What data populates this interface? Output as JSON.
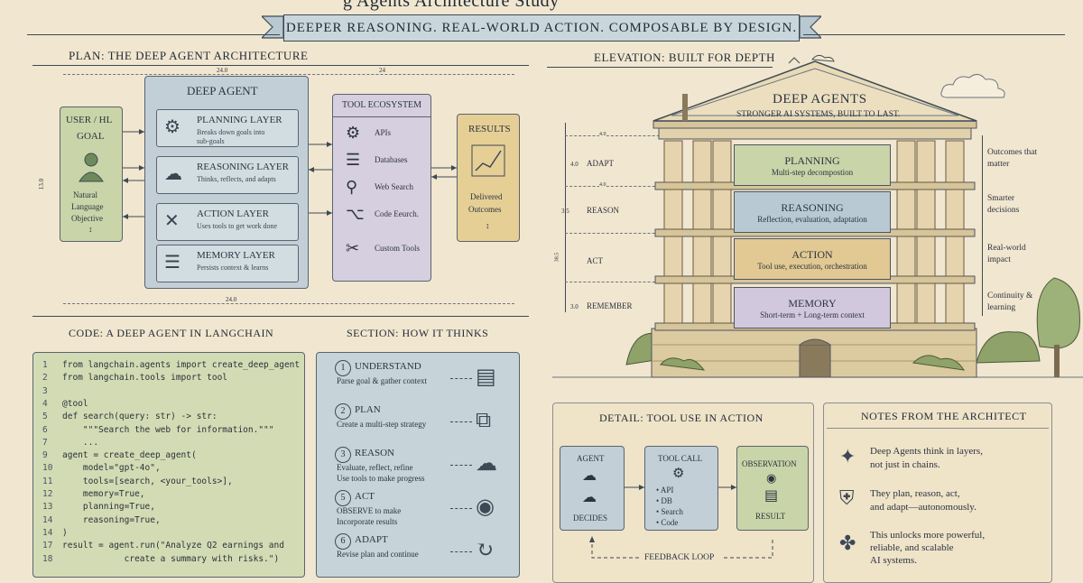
{
  "title_partial": "g Agents Architecture Study",
  "banner": "DEEPER REASONING. REAL-WORLD ACTION. COMPOSABLE BY DESIGN.",
  "plan": {
    "header": "PLAN: THE DEEP AGENT ARCHITECTURE",
    "dims": {
      "top_a": "24.0",
      "top_b": "24",
      "bottom": "24.0",
      "side": "13.0"
    },
    "user": {
      "title1": "USER / HL",
      "title2": "GOAL",
      "caption1": "Natural",
      "caption2": "Language",
      "caption3": "Objective"
    },
    "deep_agent": {
      "title": "DEEP AGENT",
      "layers": [
        {
          "name": "PLANNING LAYER",
          "desc1": "Breaks down goals into",
          "desc2": "sub-goals"
        },
        {
          "name": "REASONING LAYER",
          "desc1": "Thinks, reflects, and adapts",
          "desc2": ""
        },
        {
          "name": "ACTION LAYER",
          "desc1": "Uses tools to get work done",
          "desc2": ""
        },
        {
          "name": "MEMORY LAYER",
          "desc1": "Persists context & learns",
          "desc2": ""
        }
      ]
    },
    "tools": {
      "title": "TOOL ECOSYSTEM",
      "items": [
        "APIs",
        "Databases",
        "Web Search",
        "Code Eeurch.",
        "Custom Tools"
      ]
    },
    "results": {
      "title": "RESULTS",
      "caption1": "Delivered",
      "caption2": "Outcomes"
    }
  },
  "elevation": {
    "header": "ELEVATION: BUILT FOR DEPTH",
    "pediment_title": "DEEP AGENTS",
    "pediment_sub": "STRONGER AI SYSTEMS, BUILT TO LAST.",
    "levels": [
      {
        "dim": "4.0",
        "label": "ADAPT"
      },
      {
        "dim": "3.5",
        "label": "REASON"
      },
      {
        "dim": "",
        "label": "ACT"
      },
      {
        "dim": "3.0",
        "label": "REMEMBER"
      }
    ],
    "dim_marks": [
      "4.0",
      "4.0",
      "38.5"
    ],
    "floors": [
      {
        "title": "PLANNING",
        "sub": "Multi-step decompostion"
      },
      {
        "title": "REASONING",
        "sub": "Reflection, evaluation, adaptation"
      },
      {
        "title": "ACTION",
        "sub": "Tool use, execution, orchestration"
      },
      {
        "title": "MEMORY",
        "sub": "Short-term + Long-term context"
      }
    ],
    "notes": [
      {
        "l1": "Outcomes that",
        "l2": "matter"
      },
      {
        "l1": "Smarter",
        "l2": "decisions"
      },
      {
        "l1": "Real-world",
        "l2": "impact"
      },
      {
        "l1": "Continuity &",
        "l2": "learning"
      }
    ]
  },
  "code": {
    "header": "CODE: A DEEP AGENT IN LANGCHAIN",
    "lines": [
      {
        "n": "1",
        "t": "from langchain.agents import create_deep_agent"
      },
      {
        "n": "2",
        "t": "from langchain.tools import tool"
      },
      {
        "n": "3",
        "t": ""
      },
      {
        "n": "4",
        "t": "@tool"
      },
      {
        "n": "5",
        "t": "def search(query: str) -> str:"
      },
      {
        "n": "6",
        "t": "    \"\"\"Search the web for information.\"\"\""
      },
      {
        "n": "7",
        "t": "    ..."
      },
      {
        "n": "9",
        "t": "agent = create_deep_agent("
      },
      {
        "n": "10",
        "t": "    model=\"gpt-4o\","
      },
      {
        "n": "11",
        "t": "    tools=[search, <your_tools>],"
      },
      {
        "n": "12",
        "t": "    memory=True,"
      },
      {
        "n": "13",
        "t": "    planning=True,"
      },
      {
        "n": "14",
        "t": "    reasoning=True,"
      },
      {
        "n": "14",
        "t": ")"
      },
      {
        "n": "17",
        "t": "result = agent.run(\"Analyze Q2 earnings and"
      },
      {
        "n": "18",
        "t": "            create a summary with risks.\")"
      }
    ]
  },
  "section": {
    "header": "SECTION: HOW IT THINKS",
    "steps": [
      {
        "num": "1",
        "title": "UNDERSTAND",
        "d1": "Parse goal & gather context",
        "d2": ""
      },
      {
        "num": "2",
        "title": "PLAN",
        "d1": "Create a multi-step strategy",
        "d2": ""
      },
      {
        "num": "3",
        "title": "REASON",
        "d1": "Evaluate, reflect, refine",
        "d2": "Use tools to make progress"
      },
      {
        "num": "5",
        "title": "ACT",
        "d1": "OBSERVE to make",
        "d2": "Incorporate results"
      },
      {
        "num": "6",
        "title": "ADAPT",
        "d1": "Revise plan and continue",
        "d2": ""
      }
    ]
  },
  "detail": {
    "header": "DETAIL: TOOL USE IN ACTION",
    "agent": {
      "title": "AGENT",
      "caption": "DECIDES"
    },
    "toolcall": {
      "title": "TOOL CALL",
      "items": [
        "API",
        "DB",
        "Search",
        "Code"
      ]
    },
    "observation": {
      "title": "OBSERVATION",
      "caption": "RESULT"
    },
    "loop": "FEEDBACK LOOP"
  },
  "notes": {
    "header": "NOTES FROM THE ARCHITECT",
    "items": [
      {
        "l1": "Deep Agents think in layers,",
        "l2": "not just in chains.",
        "l3": ""
      },
      {
        "l1": "They plan, reason, act,",
        "l2": "and adapt—autonomously.",
        "l3": ""
      },
      {
        "l1": "This unlocks more powerful,",
        "l2": "reliable, and scalable",
        "l3": "AI systems."
      }
    ]
  }
}
